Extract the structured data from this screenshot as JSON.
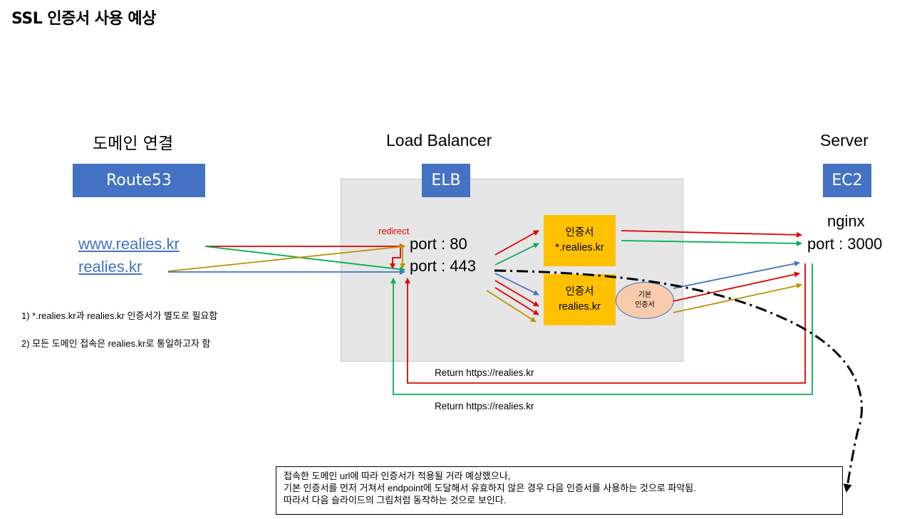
{
  "title": "SSL 인증서 사용 예상",
  "columns": {
    "domain": {
      "heading": "도메인 연결",
      "box": "Route53"
    },
    "lb": {
      "heading": "Load Balancer",
      "box": "ELB"
    },
    "server": {
      "heading": "Server",
      "box": "EC2"
    }
  },
  "domains": [
    "www.realies.kr",
    "realies.kr"
  ],
  "elb": {
    "redirect_label": "redirect",
    "port80": "port : 80",
    "port443": "port : 443",
    "cert_wildcard": {
      "title": "인증서",
      "domain": "*.realies.kr"
    },
    "cert_root": {
      "title": "인증서",
      "domain": "realies.kr"
    },
    "default_cert": {
      "line1": "기본",
      "line2": "인증서"
    }
  },
  "server": {
    "name": "nginx",
    "port": "port : 3000"
  },
  "notes": [
    "1) *.realies.kr과 realies.kr 인증서가 별도로 필요함",
    "2) 모든 도메인 접속은 realies.kr로 통일하고자 함"
  ],
  "return_labels": [
    "Return https://realies.kr",
    "Return https://realies.kr"
  ],
  "summary_lines": [
    "접속한 도메인 url에 따라 인증서가 적용될 거라 예상했으나,",
    "기본 인증서를 먼저 거쳐서 endpoint에 도달해서 유효하지 않은 경우 다음 인증서를 사용하는 것으로 파악됨.",
    "따라서 다음 슬라이드의 그림처럼 동작하는 것으로 보인다."
  ],
  "colors": {
    "red": "#e00000",
    "green": "#00b050",
    "blue": "#4472c4",
    "gold": "#bf9000",
    "box_blue": "#4472c4",
    "cert_yellow": "#ffc000",
    "default_cert_fill": "#f8cbad"
  }
}
